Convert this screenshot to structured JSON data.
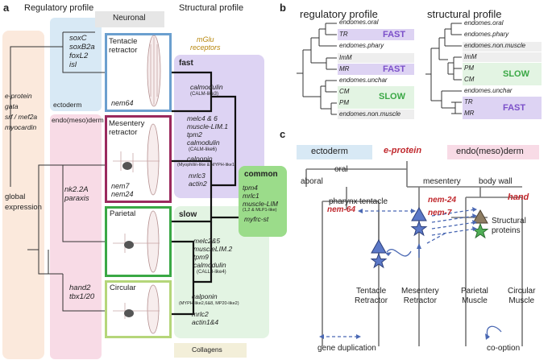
{
  "panel_a": {
    "label": "a",
    "regulatory_title": "Regulatory profile",
    "structural_title": "Structural profile",
    "neuronal": "Neuronal",
    "ectoderm": "ectoderm",
    "endo": "endo(meso)derm",
    "global_expression": "global\nexpression",
    "global_genes": "e-protein\ngata\nsrf / mef2a\nmyocardin",
    "ecto_genes": "soxC\nsoxB2a\nfoxL2\nisl",
    "nk_genes": "nk2.2A\nparaxis",
    "hand_genes": "hand2\ntbx1/20",
    "mglu": "mGlu\nreceptors",
    "fast": "fast",
    "slow": "slow",
    "common": "common",
    "common_genes": "tpm4\nmrlc1\nmuscle-LIM",
    "common_note": "(1,2 & MLP1-like)",
    "common_extra": "myfrc-st",
    "collagens": "Collagens",
    "tentacle_title": "Tentacle\nretractor",
    "tentacle_nem": "nem64",
    "mesentery_title": "Mesentery\nretractor",
    "mesentery_nem": "nem7\nnem24",
    "parietal_title": "Parietal",
    "circular_title": "Circular",
    "fast_g1": "calmodulin",
    "fast_g1_note": "(CALM-like3)",
    "fast_g2": "melc4 & 6\nmuscle-LIM.1\ntpm2\ncalmodulin",
    "fast_g2_note": "(CALM-like6)",
    "fast_g3": "calponin",
    "fast_g3_note": "(Myophilin-like & MYPH-like1)",
    "fast_g4": "mrlc3\nactin2",
    "slow_g1": "melc2&5\nmuscleLIM.2\ntpm9\ncalmodulin",
    "slow_g1_note": "(CALL3-like4)",
    "slow_g2": "calponin",
    "slow_g2_note": "(MYPH-like2,6&8, MP20-like2)",
    "slow_g3": "mrlc2\nactin1&4"
  },
  "panel_b": {
    "label": "b",
    "reg_title": "regulatory profile",
    "str_title": "structural profile",
    "reg_leaves": [
      "endomes.oral",
      "TR",
      "endomes.phary",
      "ImM",
      "MR",
      "endomes.unchar",
      "CM",
      "PM",
      "endomes.non.muscle"
    ],
    "str_leaves": [
      "endomes.oral",
      "endomes.phary",
      "endomes.non.muscle",
      "ImM",
      "PM",
      "CM",
      "endomes.unchar",
      "TR",
      "MR"
    ],
    "fast": "FAST",
    "slow": "SLOW"
  },
  "panel_c": {
    "label": "c",
    "ectoderm": "ectoderm",
    "endo": "endo(meso)derm",
    "e_protein": "e-protein",
    "aboral": "aboral",
    "oral": "oral",
    "pharynx": "pharynx",
    "tentacle": "tentacle",
    "mesentery": "mesentery",
    "body_wall": "body wall",
    "nem64": "nem-64",
    "nem24": "nem-24",
    "nem7": "nem-7",
    "hand": "hand",
    "structural": "Structural\nproteins",
    "tips": [
      "Tentacle\nRetractor",
      "Mesentery\nRetractor",
      "Parietal\nMuscle",
      "Circular\nMuscle"
    ],
    "legend_dup": "gene duplication",
    "legend_coopt": "co-option"
  },
  "colors": {
    "ectoderm_blue": "#d8e9f5",
    "endo_pink": "#f8dbe6",
    "global_peach": "#fbe9dc",
    "fast_purple": "#ddd3f3",
    "slow_green": "#e3f4e3",
    "common_green": "#9bdc8a",
    "tentacle_box": "#6b9fcf",
    "mesentery_box": "#9a2a5e",
    "parietal_box": "#3aa845",
    "circular_box": "#b5d67a",
    "red_label": "#c0282d",
    "fast_text": "#7b4fc9",
    "slow_text": "#3aa845",
    "dup_arrow": "#4a68b3"
  }
}
